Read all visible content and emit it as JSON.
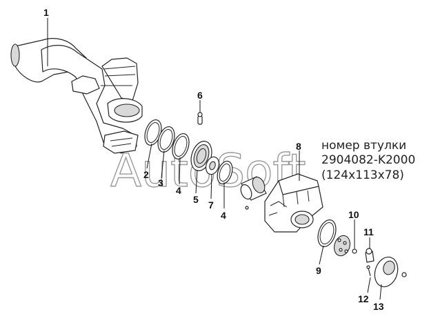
{
  "diagram": {
    "callouts": [
      {
        "id": "c1",
        "label": "1"
      },
      {
        "id": "c2",
        "label": "2"
      },
      {
        "id": "c3",
        "label": "3"
      },
      {
        "id": "c4a",
        "label": "4"
      },
      {
        "id": "c5",
        "label": "5"
      },
      {
        "id": "c6",
        "label": "6"
      },
      {
        "id": "c7",
        "label": "7"
      },
      {
        "id": "c4b",
        "label": "4"
      },
      {
        "id": "c8",
        "label": "8"
      },
      {
        "id": "c9",
        "label": "9"
      },
      {
        "id": "c10",
        "label": "10"
      },
      {
        "id": "c11",
        "label": "11"
      },
      {
        "id": "c12",
        "label": "12"
      },
      {
        "id": "c13",
        "label": "13"
      }
    ],
    "note": {
      "line1": "номер втулки",
      "line2": "2904082-K2000",
      "line3": "(124x113x78)"
    },
    "watermark": "AutoSoft"
  }
}
